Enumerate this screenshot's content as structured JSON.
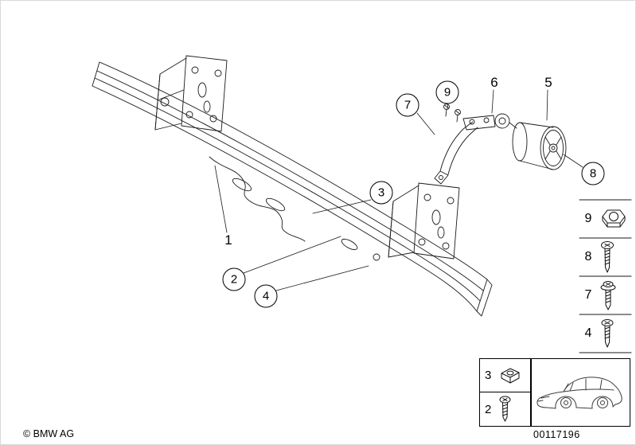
{
  "page": {
    "background": "#ffffff",
    "line_color": "#1a1a1a",
    "description": "Front bumper carrier / support parts diagram"
  },
  "callouts": [
    {
      "id": 1,
      "label": "1",
      "style": "plain"
    },
    {
      "id": 2,
      "label": "2",
      "style": "circled"
    },
    {
      "id": 3,
      "label": "3",
      "style": "circled"
    },
    {
      "id": 4,
      "label": "4",
      "style": "circled"
    },
    {
      "id": 5,
      "label": "5",
      "style": "plain"
    },
    {
      "id": 6,
      "label": "6",
      "style": "plain"
    },
    {
      "id": 7,
      "label": "7",
      "style": "circled"
    },
    {
      "id": 8,
      "label": "8",
      "style": "circled"
    },
    {
      "id": 9,
      "label": "9",
      "style": "circled"
    }
  ],
  "legend": {
    "items": [
      {
        "label": "9",
        "icon": "hex-nut"
      },
      {
        "label": "8",
        "icon": "screw"
      },
      {
        "label": "7",
        "icon": "screw-with-washer"
      },
      {
        "label": "4",
        "icon": "screw"
      }
    ]
  },
  "inset": {
    "items": [
      {
        "label": "3",
        "icon": "cage-clip"
      },
      {
        "label": "2",
        "icon": "screw"
      }
    ]
  },
  "footer": {
    "copyright": "© BMW AG",
    "image_number": "00117196"
  }
}
